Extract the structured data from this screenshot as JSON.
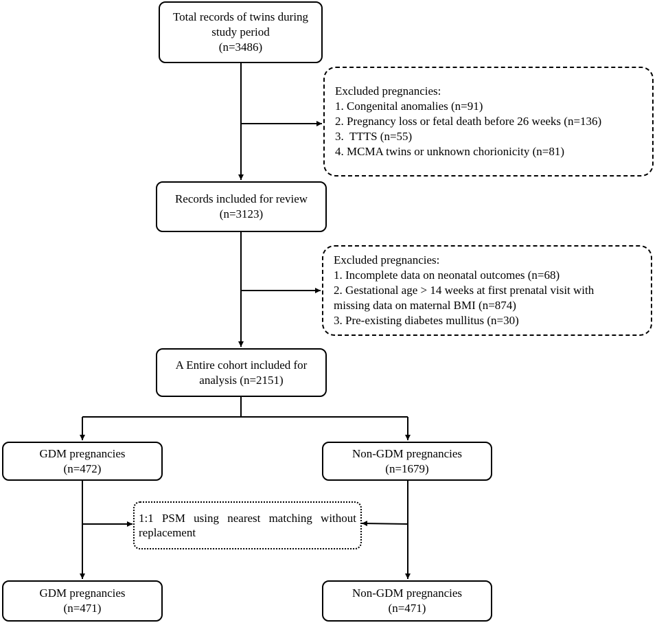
{
  "boxes": {
    "total_records": [
      "Total records of twins during",
      "study period",
      "(n=3486)"
    ],
    "excluded_1": [
      "Excluded pregnancies:",
      "1. Congenital anomalies (n=91)",
      "2. Pregnancy loss or fetal death before 26 weeks (n=136)",
      "3.  TTTS (n=55)",
      "4. MCMA twins or unknown chorionicity (n=81)"
    ],
    "records_included": [
      "Records included for review",
      "(n=3123)"
    ],
    "excluded_2": [
      "Excluded pregnancies:",
      "1. Incomplete data on neonatal outcomes (n=68)",
      "2. Gestational age > 14 weeks at first prenatal visit with",
      "missing data on maternal BMI (n=874)",
      "3. Pre-existing diabetes mullitus (n=30)"
    ],
    "entire_cohort": [
      "A Entire cohort included for",
      "analysis (n=2151)"
    ],
    "gdm_before": [
      "GDM pregnancies",
      "(n=472)"
    ],
    "nongdm_before": [
      "Non-GDM pregnancies",
      "(n=1679)"
    ],
    "psm": [
      "1:1 PSM using nearest matching without",
      "replacement"
    ],
    "gdm_after": [
      "GDM pregnancies",
      "(n=471)"
    ],
    "nongdm_after": [
      "Non-GDM pregnancies",
      "(n=471)"
    ]
  }
}
